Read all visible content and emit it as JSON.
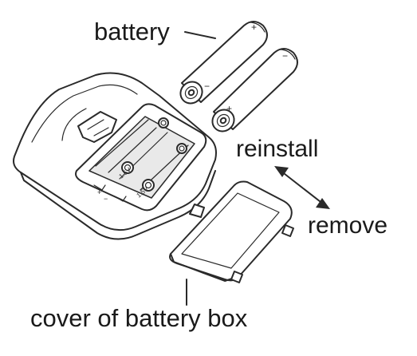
{
  "labels": {
    "battery": "battery",
    "reinstall": "reinstall",
    "remove": "remove",
    "cover": "cover of battery box"
  },
  "battery_marks": {
    "plus": "+",
    "minus": "−"
  },
  "colors": {
    "ink": "#2a2a2a",
    "background": "#ffffff"
  }
}
